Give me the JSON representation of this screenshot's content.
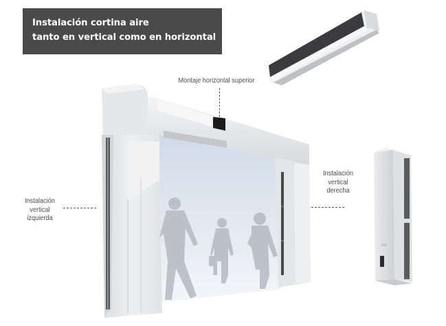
{
  "title": {
    "line1": "Instalación cortina aire",
    "line2": "tanto en vertical como en horizontal",
    "background": "#4a4a4a",
    "color": "#ffffff"
  },
  "callouts": {
    "top": {
      "text": "Montaje horizontal superior"
    },
    "left": {
      "line1": "Instalación",
      "line2": "vertical",
      "line3": "izquierda"
    },
    "right": {
      "line1": "Instalación",
      "line2": "vertical",
      "line3": "derecha"
    }
  },
  "illustrations": {
    "horizontal_unit": "air-curtain-horizontal",
    "vertical_unit": "air-curtain-vertical",
    "doorway": "doorway-frame-with-air-curtains",
    "people": [
      "person-walking-left",
      "person-with-bag",
      "person-walking-right"
    ]
  },
  "colors": {
    "frame": "#e8e9ea",
    "frame_shadow": "#c9cacc",
    "grille_dark": "#3a3a3a",
    "glass": "#dfe6ef",
    "silhouette": "#b7bcc3",
    "label_text": "#4b4b4b"
  }
}
